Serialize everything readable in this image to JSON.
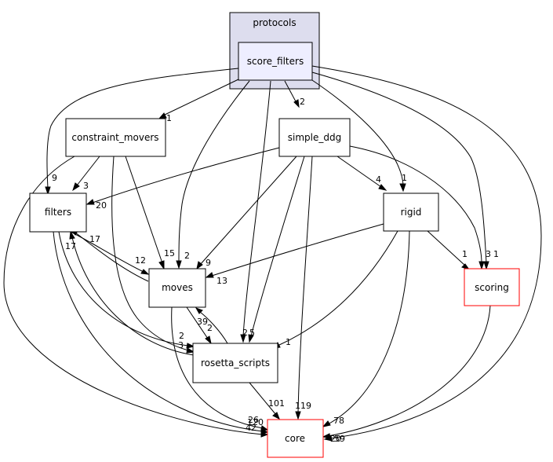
{
  "cluster": {
    "label": "protocols"
  },
  "nodes": {
    "score_filters": "score_filters",
    "constraint_movers": "constraint_movers",
    "simple_ddg": "simple_ddg",
    "filters": "filters",
    "rigid": "rigid",
    "moves": "moves",
    "scoring": "scoring",
    "rosetta_scripts": "rosetta_scripts",
    "core": "core"
  },
  "edge_labels": {
    "sf_cm": "1",
    "sf_sd": "2",
    "sf_rigid": "1",
    "sf_filters": "9",
    "sf_scoring_a": "3",
    "sf_scoring_b": "1",
    "sf_moves": "2",
    "sf_rs": "2",
    "cm_filters": "3",
    "cm_moves": "15",
    "sd_filters": "20",
    "sd_rigid": "4",
    "sd_moves": "9",
    "sd_rs": "5",
    "sd_core": "119",
    "rigid_scoring": "1",
    "rigid_moves": "13",
    "rigid_rs": "1",
    "rigid_core": "78",
    "filters_moves": "12",
    "moves_filters": "17",
    "rs_filters": "17",
    "filters_rs_a": "2",
    "filters_rs_b": "3",
    "moves_rs": "2",
    "rs_moves": "39",
    "rs_core": "101",
    "core_labels_left": "26",
    "core_labels_left2": "120",
    "core_labels_left3": "42",
    "core_labels_right": "20",
    "core_labels_right2": "59"
  }
}
